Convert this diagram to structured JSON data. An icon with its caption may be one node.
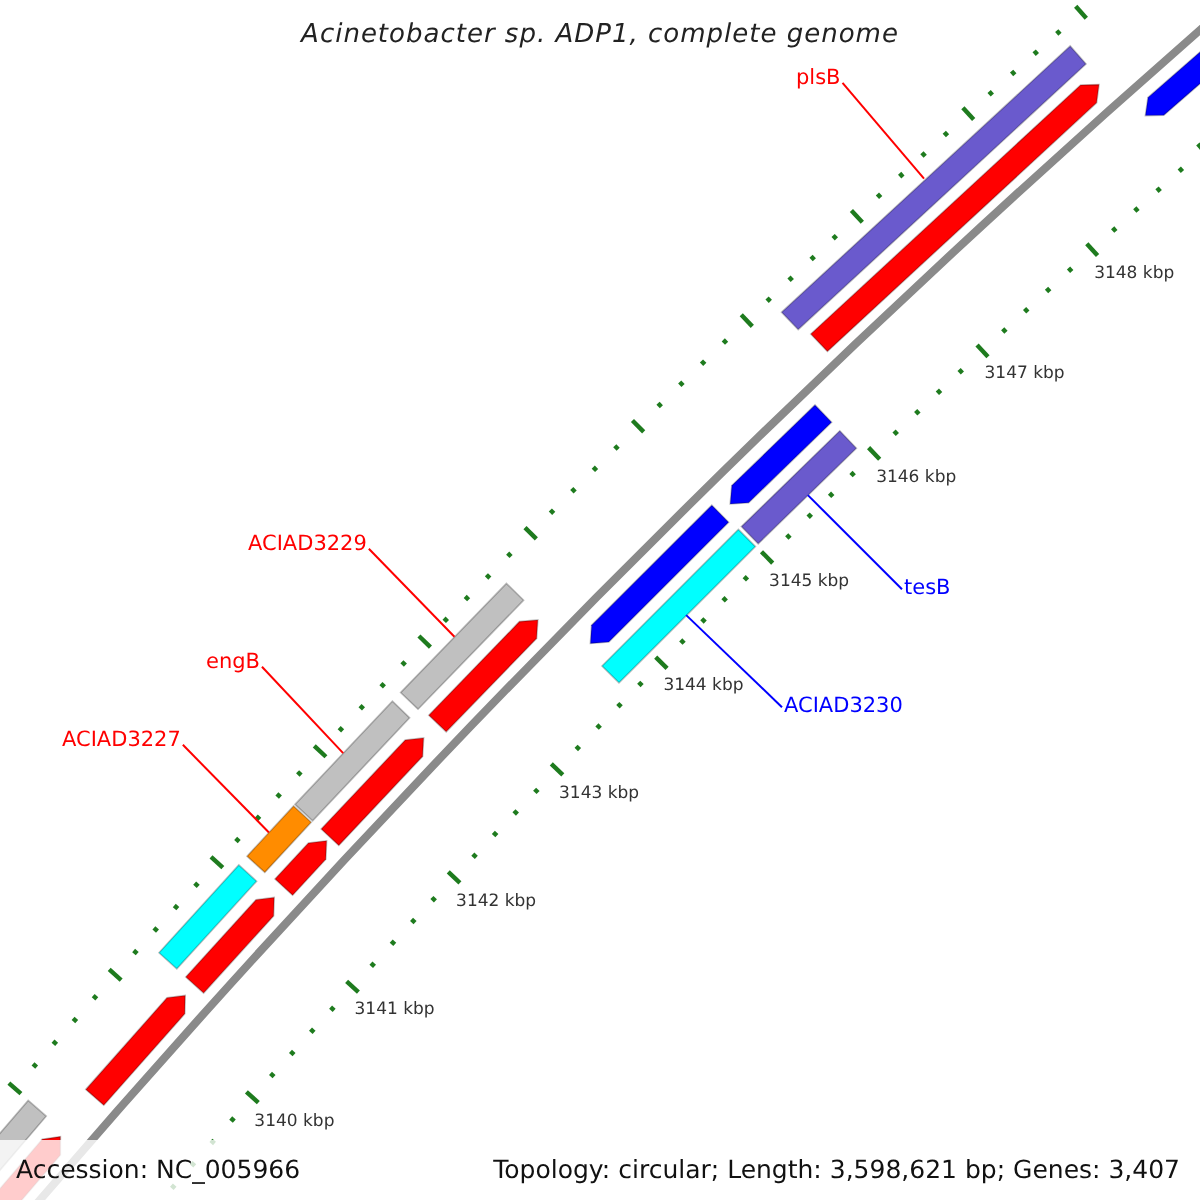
{
  "diagram": {
    "title": "Acinetobacter sp. ADP1, complete genome",
    "nodes": [
      {
        "text": [
          "plsB"
        ]
      },
      {
        "text": [
          "ACIAD3229"
        ]
      },
      {
        "text": [
          "tesB"
        ]
      },
      {
        "text": [
          "engB"
        ]
      },
      {
        "text": [
          "ACIAD3230"
        ]
      },
      {
        "text": [
          "ACIAD3227"
        ]
      },
      {
        "text": [],
        "shape": "bar"
      },
      {
        "text": [],
        "shape": "bar"
      },
      {
        "text": [],
        "shape": "bar"
      },
      {
        "text": [],
        "shape": "bar"
      },
      {
        "text": [],
        "shape": "bar"
      },
      {
        "text": [],
        "shape": "bar"
      }
    ],
    "edges": [
      {
        "from": 0,
        "to": 6,
        "arrow": "none"
      },
      {
        "from": 1,
        "to": 7,
        "arrow": "none"
      },
      {
        "from": 2,
        "to": 8,
        "arrow": "none",
        "color": "#0000ff"
      },
      {
        "from": 3,
        "to": 9,
        "arrow": "none"
      },
      {
        "from": 4,
        "to": 10,
        "arrow": "none",
        "color": "#0000ff"
      },
      {
        "from": 5,
        "to": 11,
        "arrow": "none"
      }
    ],
    "labels": [
      "3148 kbp",
      "3147 kbp",
      "3146 kbp",
      "3145 kbp",
      "3144 kbp",
      "3143 kbp",
      "3142 kbp",
      "3141 kbp",
      "3140 kbp",
      "Accession: NC_005966",
      "Topology: circular; Length: 3,598,621 bp; Genes: 3,407"
    ]
  }
}
